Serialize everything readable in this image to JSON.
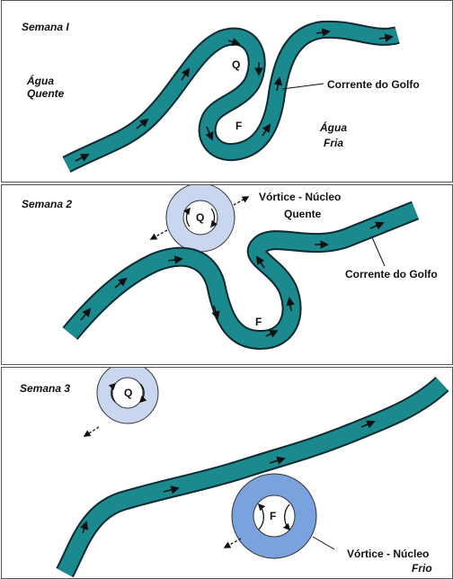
{
  "panels": [
    {
      "title": "Semana I",
      "labels": {
        "warm_water": [
          "Água",
          "Quente"
        ],
        "cold_water": [
          "Água",
          "Fria"
        ],
        "current": "Corrente do Golfo",
        "q": "Q",
        "f": "F"
      }
    },
    {
      "title": "Semana 2",
      "labels": {
        "vortex": [
          "Vórtice - Núcleo",
          "Quente"
        ],
        "current": "Corrente do Golfo",
        "q": "Q",
        "f": "F"
      }
    },
    {
      "title": "Semana 3",
      "labels": {
        "vortex": [
          "Vórtice - Núcleo",
          "Frio"
        ],
        "q": "Q",
        "f": "F"
      }
    }
  ],
  "colors": {
    "current_fill": "#1a8a8f",
    "current_edge": "#0c2a30",
    "warm_ring": "#c8d7ef",
    "cold_ring": "#7aa2df",
    "border": "#555555"
  }
}
